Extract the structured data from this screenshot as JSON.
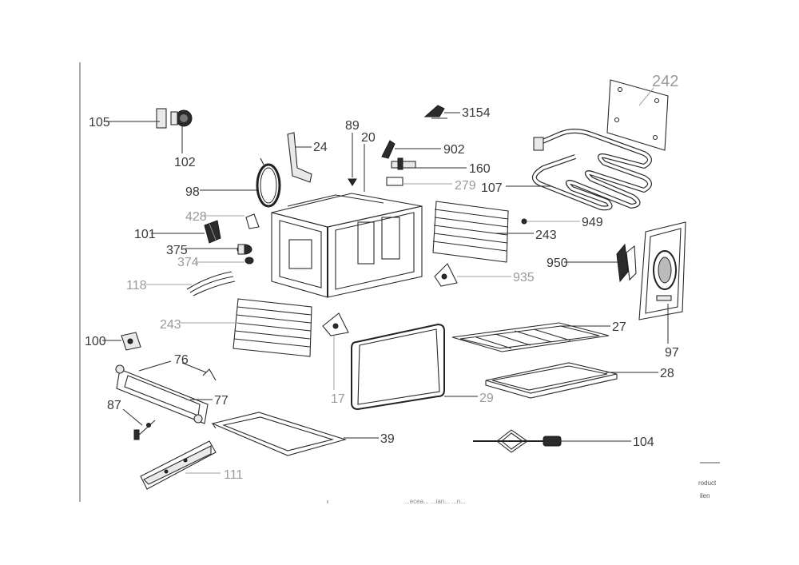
{
  "labels": {
    "p105": "105",
    "p102": "102",
    "p3154": "3154",
    "p242": "242",
    "p24": "24",
    "p89": "89",
    "p20": "20",
    "p902": "902",
    "p160": "160",
    "p279": "279",
    "p107": "107",
    "p98": "98",
    "p428": "428",
    "p101": "101",
    "p949": "949",
    "p243a": "243",
    "p375": "375",
    "p374": "374",
    "p950": "950",
    "p935": "935",
    "p118": "118",
    "p243b": "243",
    "p27": "27",
    "p100": "100",
    "p97": "97",
    "p76": "76",
    "p28": "28",
    "p87": "87",
    "p77": "77",
    "p17": "17",
    "p29": "29",
    "p39": "39",
    "p104": "104",
    "p111": "111"
  },
  "footer": {
    "right_line1": "roduct",
    "right_line2": "ilen",
    "bottom_text": "...ecea... ...ian... ...n..."
  }
}
